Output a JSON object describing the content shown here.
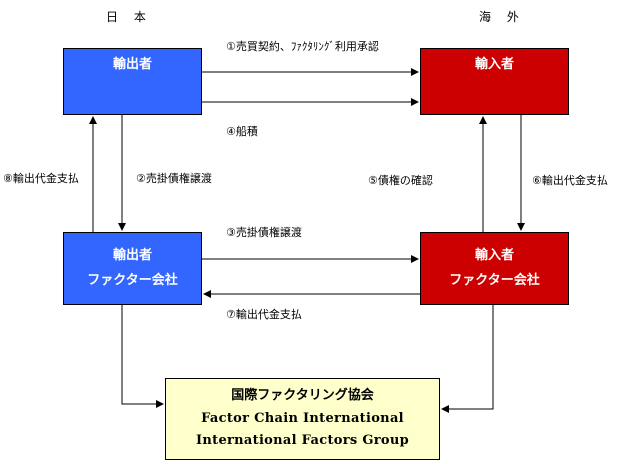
{
  "regions": {
    "japan": "日 本",
    "overseas": "海 外"
  },
  "boxes": {
    "exporter": "輸出者",
    "importer": "輸入者",
    "exporter_factor": [
      "輸出者",
      "ファクター会社"
    ],
    "importer_factor": [
      "輸入者",
      "ファクター会社"
    ],
    "fci": [
      "国際ファクタリング協会",
      "Factor Chain International",
      "International Factors Group"
    ]
  },
  "steps": {
    "s1": "①売買契約、ﾌｧｸﾀﾘﾝｸﾞ利用承認",
    "s2": "②売掛債権譲渡",
    "s3": "③売掛債権譲渡",
    "s4": "④船積",
    "s5": "⑤債権の確認",
    "s6": "⑥輸出代金支払",
    "s7": "⑦輸出代金支払",
    "s8": "⑧輸出代金支払"
  },
  "colors": {
    "japan_box": "#3366ff",
    "overseas_box": "#cc0000",
    "fci_box": "#ffffcc"
  }
}
